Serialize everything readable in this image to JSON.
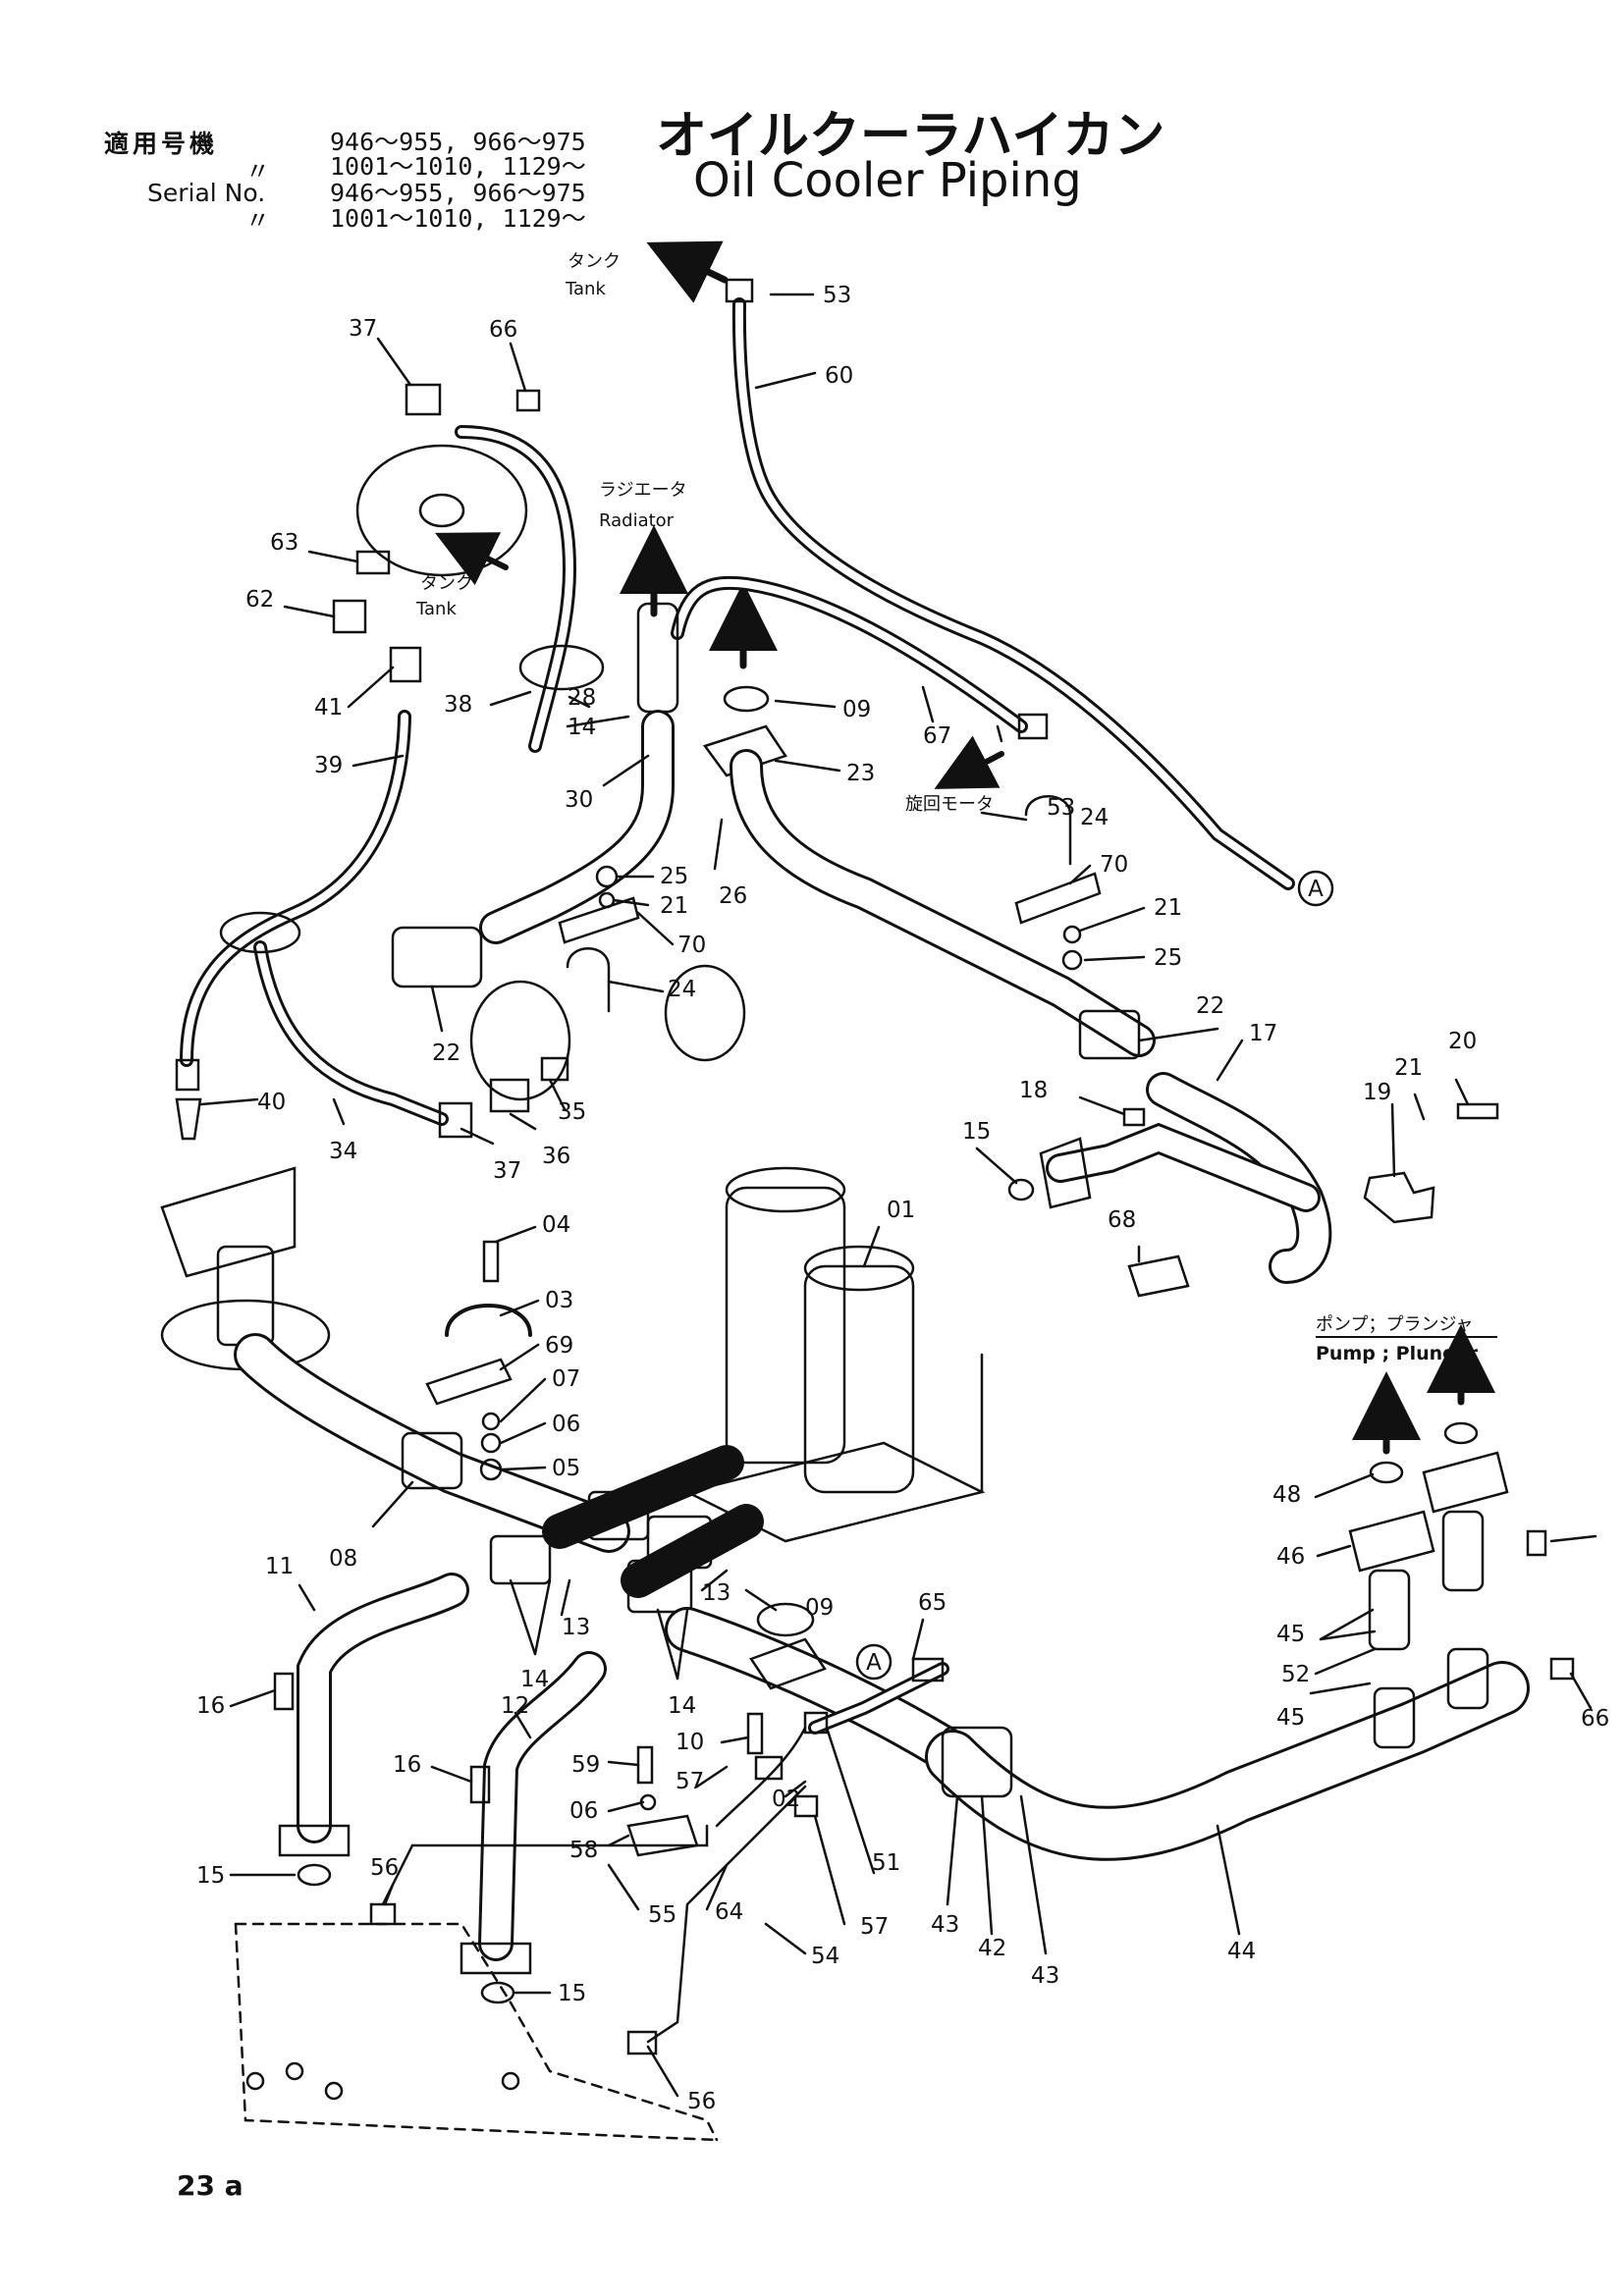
{
  "header": {
    "applicable_label": "適用号機",
    "serial_label": "Serial No.",
    "ditto": "〃",
    "serial_line1": "946～955, 966～975",
    "serial_line2": "1001～1010, 1129～"
  },
  "title": {
    "japanese": "オイルクーラハイカン",
    "english": "Oil Cooler Piping"
  },
  "flow_labels": {
    "tank_jp": "タンク",
    "tank_en": "Tank",
    "radiator_jp": "ラジエータ",
    "radiator_en": "Radiator",
    "swing_motor_jp": "旋回モータ",
    "pump_jp": "ポンプ；プランジャ",
    "pump_en": "Pump ; Plunger",
    "ref_a": "A"
  },
  "part_labels": [
    "01",
    "02",
    "03",
    "04",
    "05",
    "06",
    "07",
    "08",
    "09",
    "10",
    "11",
    "12",
    "13",
    "14",
    "15",
    "16",
    "17",
    "18",
    "19",
    "20",
    "21",
    "22",
    "23",
    "24",
    "25",
    "26",
    "28",
    "30",
    "34",
    "35",
    "36",
    "37",
    "38",
    "39",
    "40",
    "41",
    "42",
    "43",
    "44",
    "45",
    "46",
    "48",
    "51",
    "52",
    "53",
    "54",
    "55",
    "56",
    "57",
    "58",
    "59",
    "60",
    "62",
    "63",
    "64",
    "65",
    "66",
    "67",
    "68",
    "69",
    "70"
  ],
  "page_number": "23 a",
  "colors": {
    "ink": "#111111",
    "paper": "#ffffff"
  }
}
